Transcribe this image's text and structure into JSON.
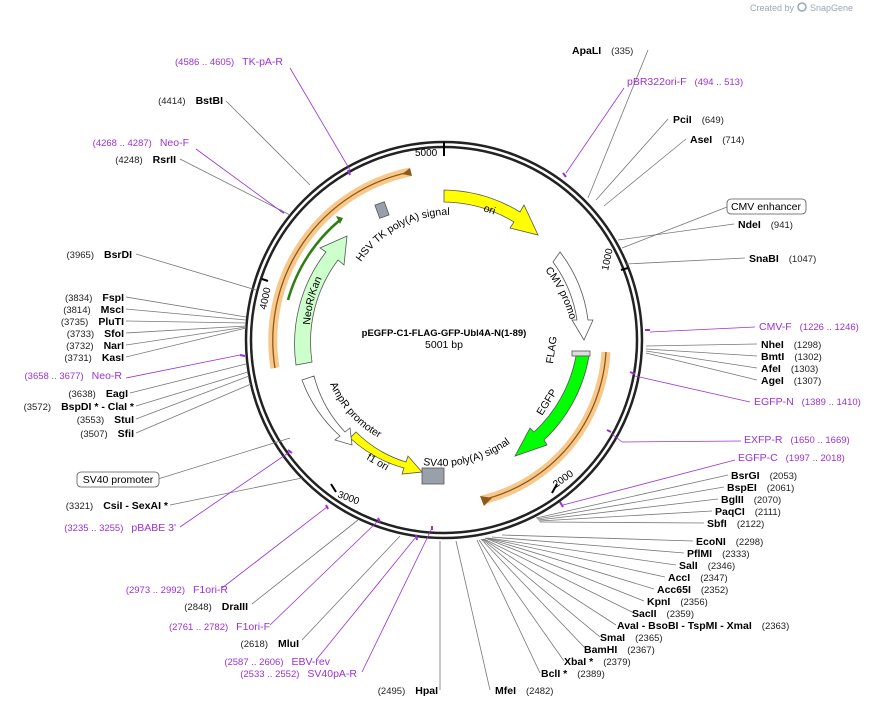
{
  "credit": {
    "prefix": "Created by",
    "brand": "SnapGene"
  },
  "map": {
    "name": "pEGFP-C1-FLAG-GFP-Ubl4A-N(1-89)",
    "length_label": "5001 bp",
    "ticks": [
      "1000",
      "2000",
      "3000",
      "4000",
      "5000"
    ]
  },
  "colors": {
    "primer": "#9b30d9",
    "ori": "#ffff00",
    "egfp": "#00ff00",
    "neo": "#ccffcc",
    "orf_highlight": "#f8c88a",
    "orf_line": "#8b5a1a"
  },
  "enzymes_right": [
    {
      "name": "ApaLI",
      "pos": "(335)"
    },
    {
      "name": "PciI",
      "pos": "(649)"
    },
    {
      "name": "AseI",
      "pos": "(714)"
    },
    {
      "name": "NdeI",
      "pos": "(941)"
    },
    {
      "name": "SnaBI",
      "pos": "(1047)"
    },
    {
      "name": "NheI",
      "pos": "(1298)"
    },
    {
      "name": "BmtI",
      "pos": "(1302)"
    },
    {
      "name": "AfeI",
      "pos": "(1303)"
    },
    {
      "name": "AgeI",
      "pos": "(1307)"
    },
    {
      "name": "BsrGI",
      "pos": "(2053)"
    },
    {
      "name": "BspEI",
      "pos": "(2061)"
    },
    {
      "name": "BglII",
      "pos": "(2070)"
    },
    {
      "name": "PaqCI",
      "pos": "(2111)"
    },
    {
      "name": "SbfI",
      "pos": "(2122)"
    },
    {
      "name": "EcoNI",
      "pos": "(2298)"
    },
    {
      "name": "PflMI",
      "pos": "(2333)"
    },
    {
      "name": "SalI",
      "pos": "(2346)"
    },
    {
      "name": "AccI",
      "pos": "(2347)"
    },
    {
      "name": "Acc65I",
      "pos": "(2352)"
    },
    {
      "name": "KpnI",
      "pos": "(2356)"
    },
    {
      "name": "SacII",
      "pos": "(2359)"
    },
    {
      "name": "AvaI  - BsoBI  - TspMI  - XmaI",
      "pos": "(2363)"
    },
    {
      "name": "SmaI",
      "pos": "(2365)"
    },
    {
      "name": "BamHI",
      "pos": "(2367)"
    },
    {
      "name": "XbaI *",
      "pos": "(2379)"
    },
    {
      "name": "BclI *",
      "pos": "(2389)"
    },
    {
      "name": "MfeI",
      "pos": "(2482)"
    },
    {
      "name": "HpaI",
      "pos": "(2495)"
    }
  ],
  "enzymes_left": [
    {
      "name": "BstBI",
      "pos": "(4414)"
    },
    {
      "name": "RsrII",
      "pos": "(4248)"
    },
    {
      "name": "BsrDI",
      "pos": "(3965)"
    },
    {
      "name": "FspI",
      "pos": "(3834)"
    },
    {
      "name": "MscI",
      "pos": "(3814)"
    },
    {
      "name": "PluTI",
      "pos": "(3735)"
    },
    {
      "name": "SfoI",
      "pos": "(3733)"
    },
    {
      "name": "NarI",
      "pos": "(3732)"
    },
    {
      "name": "KasI",
      "pos": "(3731)"
    },
    {
      "name": "EagI",
      "pos": "(3638)"
    },
    {
      "name": "BspDI *  - ClaI *",
      "pos": "(3572)"
    },
    {
      "name": "StuI",
      "pos": "(3553)"
    },
    {
      "name": "SfiI",
      "pos": "(3507)"
    },
    {
      "name": "CsiI  - SexAI *",
      "pos": "(3321)"
    },
    {
      "name": "DraIII",
      "pos": "(2848)"
    },
    {
      "name": "MluI",
      "pos": "(2618)"
    }
  ],
  "primers": [
    {
      "name": "TK-pA-R",
      "pos": "(4586 .. 4605)"
    },
    {
      "name": "pBR322ori-F",
      "pos": "(494 .. 513)"
    },
    {
      "name": "Neo-F",
      "pos": "(4268 .. 4287)"
    },
    {
      "name": "CMV-F",
      "pos": "(1226 .. 1246)"
    },
    {
      "name": "EGFP-N",
      "pos": "(1389 .. 1410)"
    },
    {
      "name": "EXFP-R",
      "pos": "(1650 .. 1669)"
    },
    {
      "name": "EGFP-C",
      "pos": "(1997 .. 2018)"
    },
    {
      "name": "Neo-R",
      "pos": "(3658 .. 3677)"
    },
    {
      "name": "pBABE 3'",
      "pos": "(3235 .. 3255)"
    },
    {
      "name": "F1ori-R",
      "pos": "(2973 .. 2992)"
    },
    {
      "name": "F1ori-F",
      "pos": "(2761 .. 2782)"
    },
    {
      "name": "EBV-rev",
      "pos": "(2587 .. 2606)"
    },
    {
      "name": "SV40pA-R",
      "pos": "(2533 .. 2552)"
    }
  ],
  "boxed_features": {
    "cmv_enhancer": "CMV enhancer",
    "sv40_promoter": "SV40 promoter"
  },
  "features": {
    "ori": "ori",
    "cmv_promoter": "CMV promoter",
    "flag": "FLAG",
    "egfp": "EGFP",
    "sv40_polya": "SV40 poly(A) signal",
    "f1_ori": "f1 ori",
    "ampr_promoter": "AmpR promoter",
    "neo_kanr": "NeoR/KanR",
    "hsv_tk_polya": "HSV TK poly(A) signal"
  }
}
